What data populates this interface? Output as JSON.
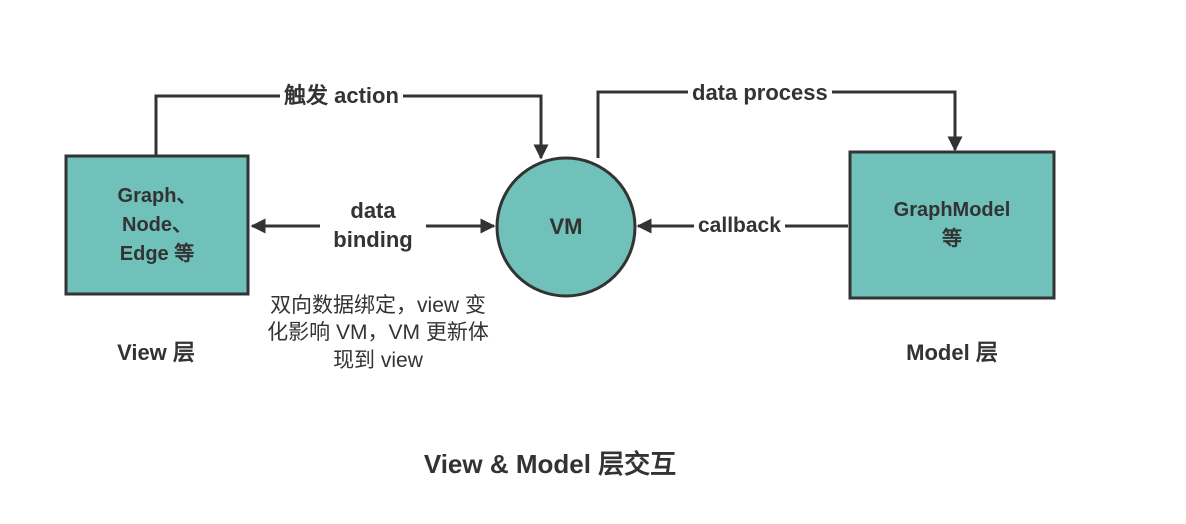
{
  "nodes": {
    "view": {
      "lines": [
        "Graph、",
        "Node、",
        "Edge 等"
      ]
    },
    "vm": {
      "label": "VM"
    },
    "model": {
      "lines": [
        "GraphModel",
        "等"
      ]
    }
  },
  "edges": {
    "trigger_action": "触发 action",
    "data_binding": [
      "data",
      "binding"
    ],
    "data_process": "data process",
    "callback": "callback"
  },
  "notes": {
    "binding_note": [
      "双向数据绑定，view 变",
      "化影响 VM，VM 更新体",
      "现到 view"
    ]
  },
  "layer_labels": {
    "view": "View 层",
    "model": "Model 层"
  },
  "caption": "View & Model 层交互",
  "colors": {
    "node_fill": "#6fc1b9",
    "stroke": "#333333",
    "text": "#333333"
  }
}
